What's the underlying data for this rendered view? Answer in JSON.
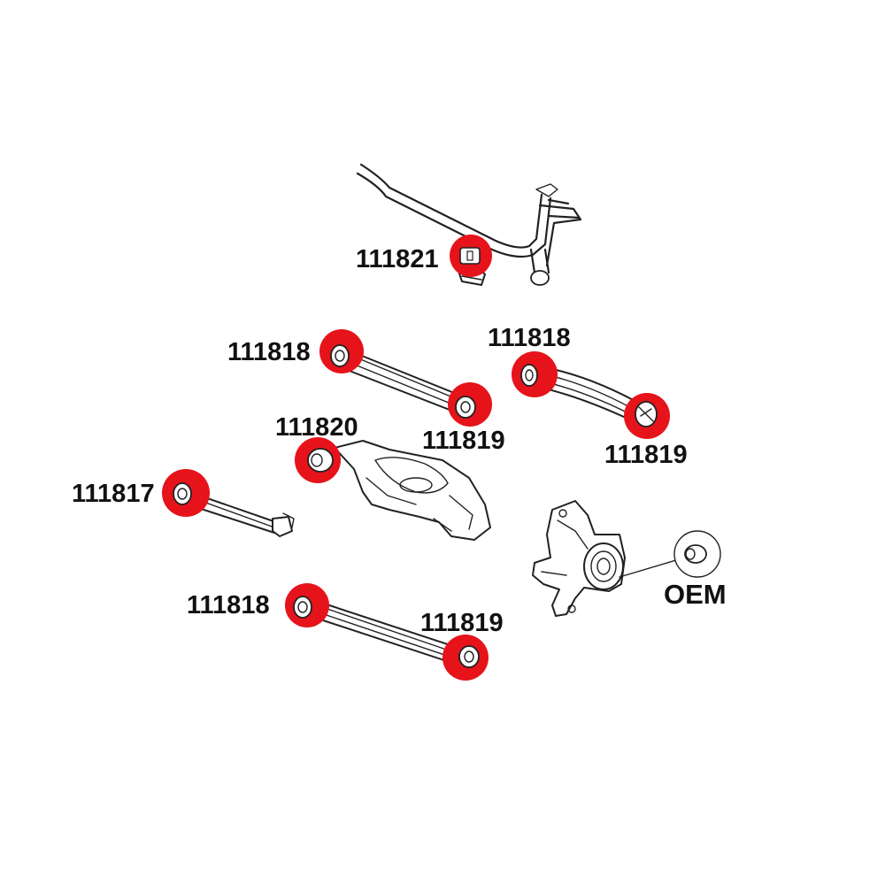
{
  "colors": {
    "highlight": "#e6131b",
    "line": "#222222",
    "text": "#111111",
    "background": "#ffffff"
  },
  "labels": {
    "sway_bar_bushing": "111821",
    "upper_arm_inner": "111818",
    "upper_arm_outer": "111819",
    "camber_arm_inner": "111818",
    "camber_arm_outer": "111819",
    "control_arm_bushing": "111820",
    "toe_link_inner": "111817",
    "lower_arm_inner": "111818",
    "lower_arm_outer": "111819",
    "oem": "OEM"
  }
}
